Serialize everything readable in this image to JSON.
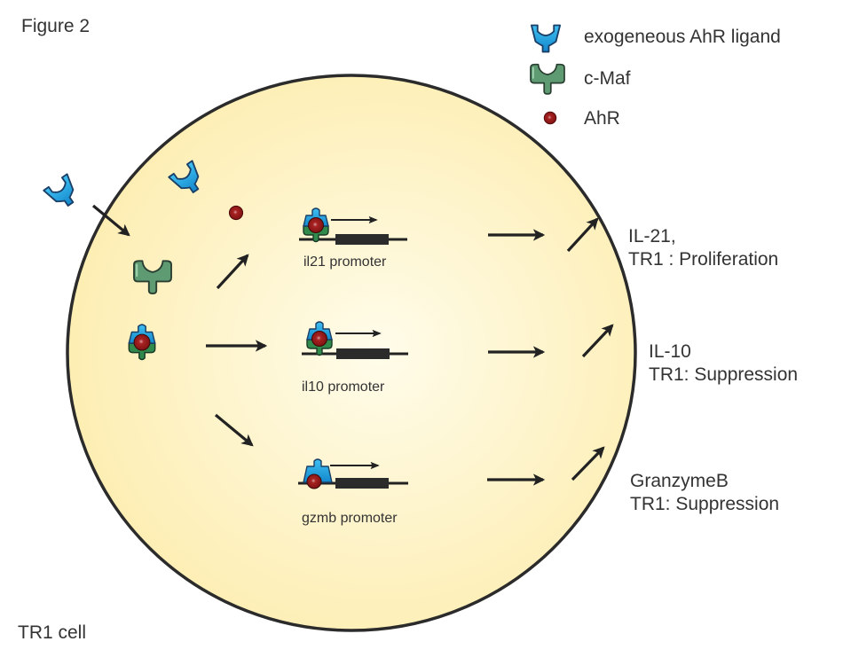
{
  "figure": {
    "title": "Figure 2",
    "cell_label": "TR1 cell",
    "colors": {
      "cell_fill_center": "#fffbe8",
      "cell_fill_edge": "#fdefb5",
      "cell_outline": "#2b2b2b",
      "ligand_blue": "#1aa3e0",
      "cmaf_green": "#5e9a72",
      "ahr_red": "#9e1f1f",
      "arrow": "#222222",
      "gene_box": "#2b2b2b"
    }
  },
  "legend": {
    "items": [
      {
        "icon": "ligand-icon",
        "label": "exogeneous AhR ligand"
      },
      {
        "icon": "cmaf-icon",
        "label": "c-Maf"
      },
      {
        "icon": "ahr-icon",
        "label": "AhR"
      }
    ]
  },
  "promoters": [
    {
      "label": "il21 promoter",
      "bound": [
        "AhR ligand",
        "AhR",
        "c-Maf"
      ]
    },
    {
      "label": "il10 promoter",
      "bound": [
        "AhR ligand",
        "AhR",
        "c-Maf"
      ]
    },
    {
      "label": "gzmb promoter",
      "bound": [
        "AhR ligand",
        "AhR"
      ]
    }
  ],
  "outcomes": [
    {
      "line1": "IL-21,",
      "line2": "TR1 : Proliferation"
    },
    {
      "line1": "IL-10",
      "line2": "TR1: Suppression"
    },
    {
      "line1": "GranzymeB",
      "line2": "TR1: Suppression"
    }
  ]
}
